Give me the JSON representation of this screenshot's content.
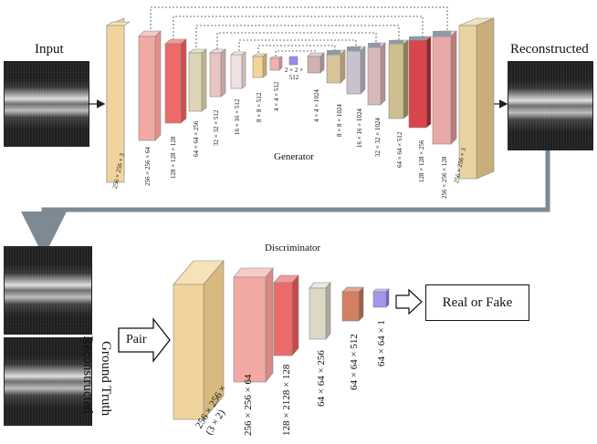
{
  "labels": {
    "input": "Input",
    "reconstructed_out": "Reconstructed",
    "generator": "Generator",
    "discriminator": "Discriminator",
    "reconstructed_side": "Reconstructed",
    "ground_truth": "Ground Truth",
    "pair": "Pair",
    "real_or_fake": "Real or Fake"
  },
  "generator_layers": [
    {
      "label": "256 × 256 × 3",
      "color": "#f1d49d"
    },
    {
      "label": "256 × 256 × 64",
      "color": "#f2a9a4"
    },
    {
      "label": "128 × 128 × 128",
      "color": "#ec6b68"
    },
    {
      "label": "64 × 64 × 256",
      "color": "#ded4b6"
    },
    {
      "label": "32 × 32 × 512",
      "color": "#e8c5c3"
    },
    {
      "label": "16 × 16 × 512",
      "color": "#efe0e1"
    },
    {
      "label": "8 × 8 × 512",
      "color": "#f3d39c"
    },
    {
      "label": "4 × 4 × 512",
      "color": "#f4b0b0"
    },
    {
      "label": "2 × 2 × 512",
      "color": "#9b88e8"
    },
    {
      "label": "4 × 4 × 1024",
      "color": "#cfb1b3"
    },
    {
      "label": "8 × 8 × 1024",
      "color": "#d9c49a"
    },
    {
      "label": "16 × 16 × 1024",
      "color": "#c8c2cf"
    },
    {
      "label": "32 × 32 × 1024",
      "color": "#d8b9bb"
    },
    {
      "label": "64 × 64 × 512",
      "color": "#cdbf8f"
    },
    {
      "label": "128 × 128 × 256",
      "color": "#d8454a"
    },
    {
      "label": "256 × 256 × 128",
      "color": "#e9a9a8"
    },
    {
      "label": "256 × 256 × 3",
      "color": "#ead2a3"
    }
  ],
  "discriminator_layers": [
    {
      "label": "256 × 256 ×\n(3 × 2)",
      "color": "#f1d49d"
    },
    {
      "label": "256 × 256 × 64",
      "color": "#f2a9a4"
    },
    {
      "label": "128 × 2128 × 128",
      "color": "#ec6b68"
    },
    {
      "label": "64 × 64 × 256",
      "color": "#dcd8c8"
    },
    {
      "label": "64 × 64 × 512",
      "color": "#d28060"
    },
    {
      "label": "64 × 64 × 1",
      "color": "#a593ec"
    }
  ]
}
